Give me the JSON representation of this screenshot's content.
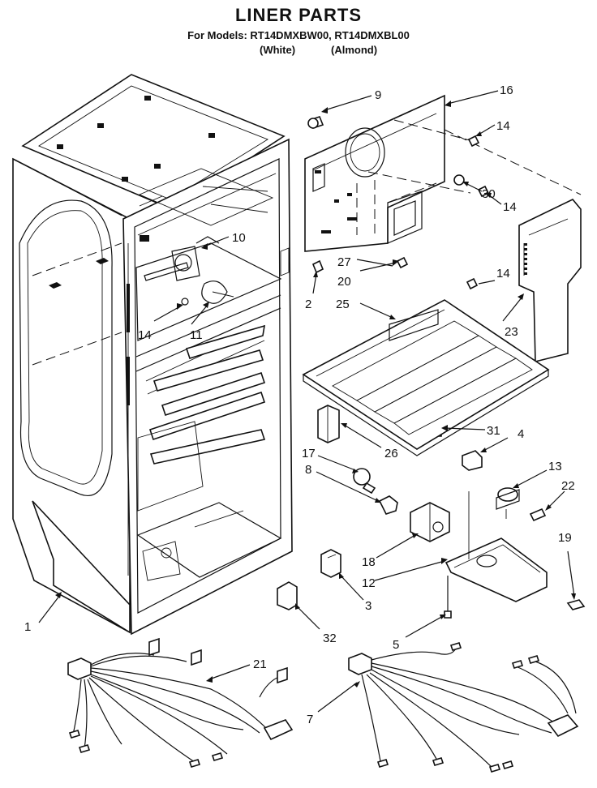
{
  "header": {
    "title": "LINER PARTS",
    "models": "For Models: RT14DMXBW00, RT14DMXBL00",
    "color_white": "(White)",
    "color_almond": "(Almond)"
  },
  "callouts": {
    "c1": "1",
    "c2": "2",
    "c3": "3",
    "c4": "4",
    "c5": "5",
    "c7": "7",
    "c8": "8",
    "c9": "9",
    "c10": "10",
    "c11": "11",
    "c12": "12",
    "c13": "13",
    "c14a": "14",
    "c14b": "14",
    "c14c": "14",
    "c14d": "14",
    "c16": "16",
    "c17": "17",
    "c18": "18",
    "c19": "19",
    "c20": "20",
    "c21": "21",
    "c22": "22",
    "c23": "23",
    "c25": "25",
    "c26": "26",
    "c27": "27",
    "c30": "30",
    "c31": "31",
    "c32": "32"
  }
}
